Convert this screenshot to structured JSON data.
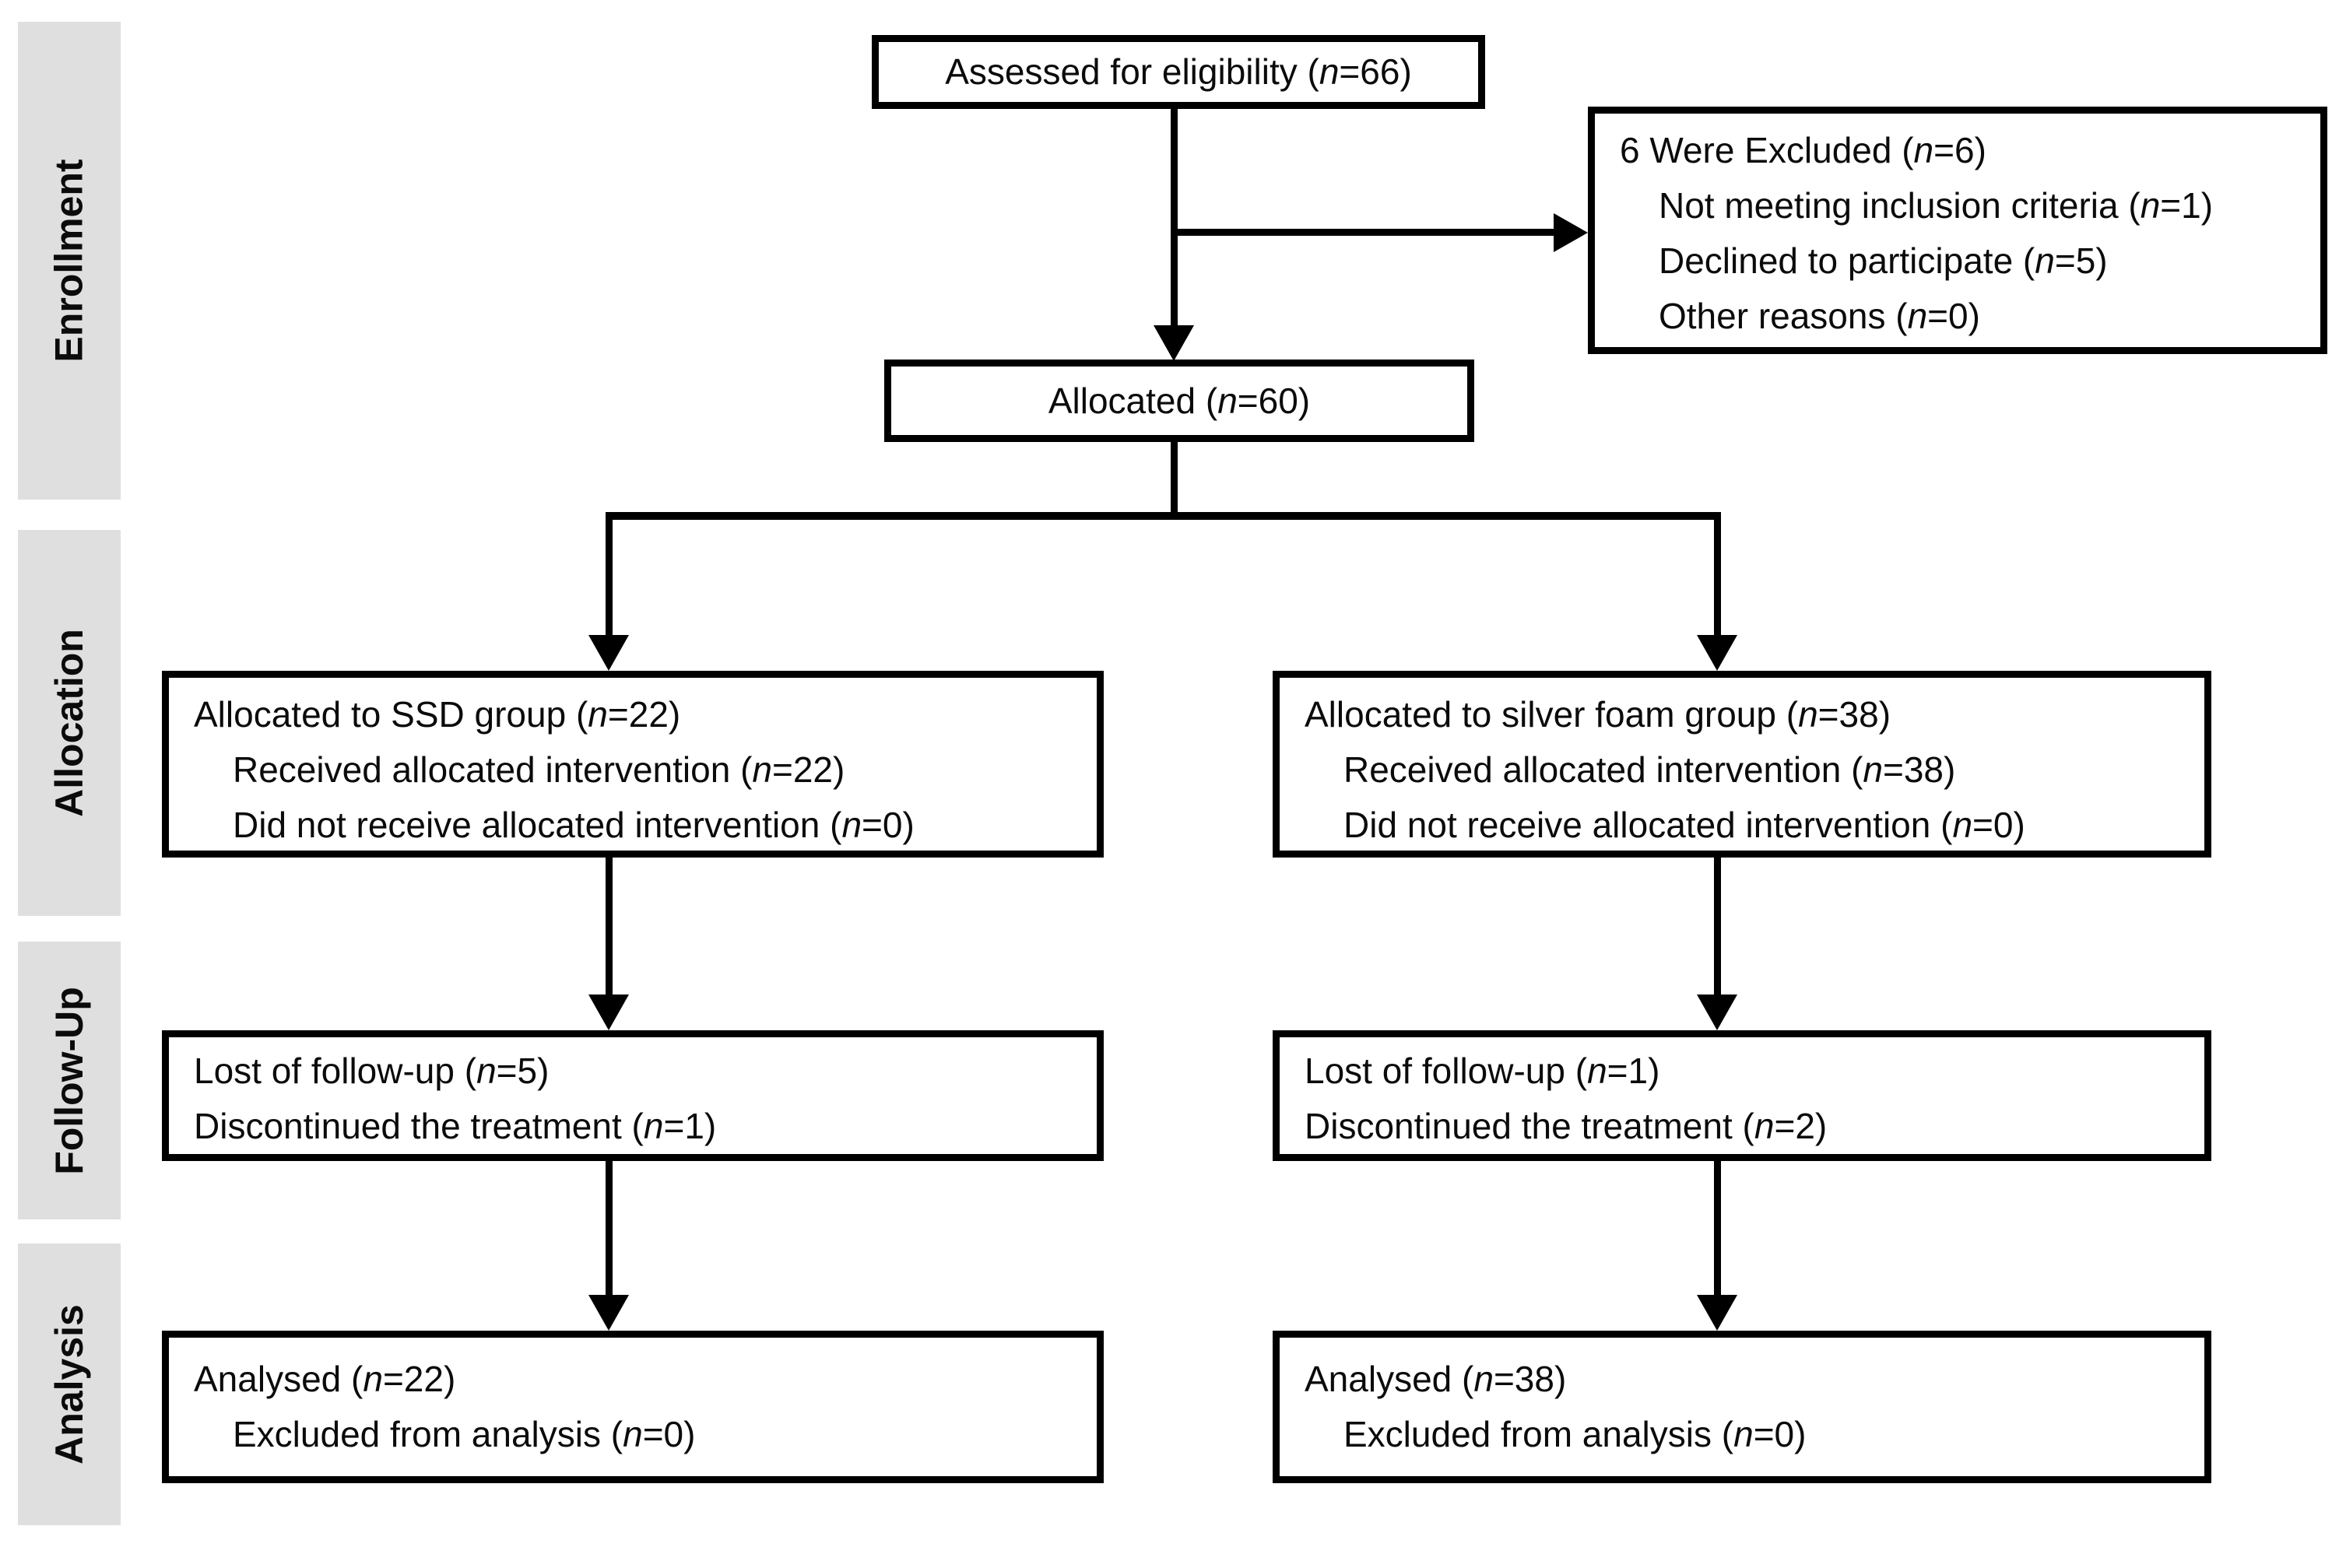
{
  "canvas": {
    "background": "#ffffff",
    "band_color": "#dfdfdf",
    "line_color": "#000000",
    "text_color": "#0b0b0b"
  },
  "stages": [
    {
      "label": "Enrollment"
    },
    {
      "label": "Allocation"
    },
    {
      "label": "Follow-Up"
    },
    {
      "label": "Analysis"
    }
  ],
  "boxes": {
    "assessed": {
      "text": "Assessed for eligibility (n=66)"
    },
    "excluded": {
      "line1": "6 Were Excluded (n=6)",
      "line2": "Not meeting inclusion criteria (n=1)",
      "line3": "Declined to participate (n=5)",
      "line4": "Other reasons (n=0)"
    },
    "allocated": {
      "text": "Allocated (n=60)"
    },
    "alloc_left": {
      "line1": "Allocated to SSD group (n=22)",
      "line2": "Received allocated intervention (n=22)",
      "line3": "Did not receive allocated intervention (n=0)"
    },
    "alloc_right": {
      "line1": "Allocated to silver foam group (n=38)",
      "line2": "Received allocated intervention (n=38)",
      "line3": "Did not receive allocated intervention (n=0)"
    },
    "followup_left": {
      "line1": "Lost of follow-up (n=5)",
      "line2": "Discontinued the treatment (n=1)"
    },
    "followup_right": {
      "line1": "Lost of follow-up (n=1)",
      "line2": "Discontinued the treatment (n=2)"
    },
    "analysis_left": {
      "line1": "Analysed (n=22)",
      "line2": "Excluded from analysis (n=0)"
    },
    "analysis_right": {
      "line1": "Analysed (n=38)",
      "line2": "Excluded from analysis (n=0)"
    }
  }
}
